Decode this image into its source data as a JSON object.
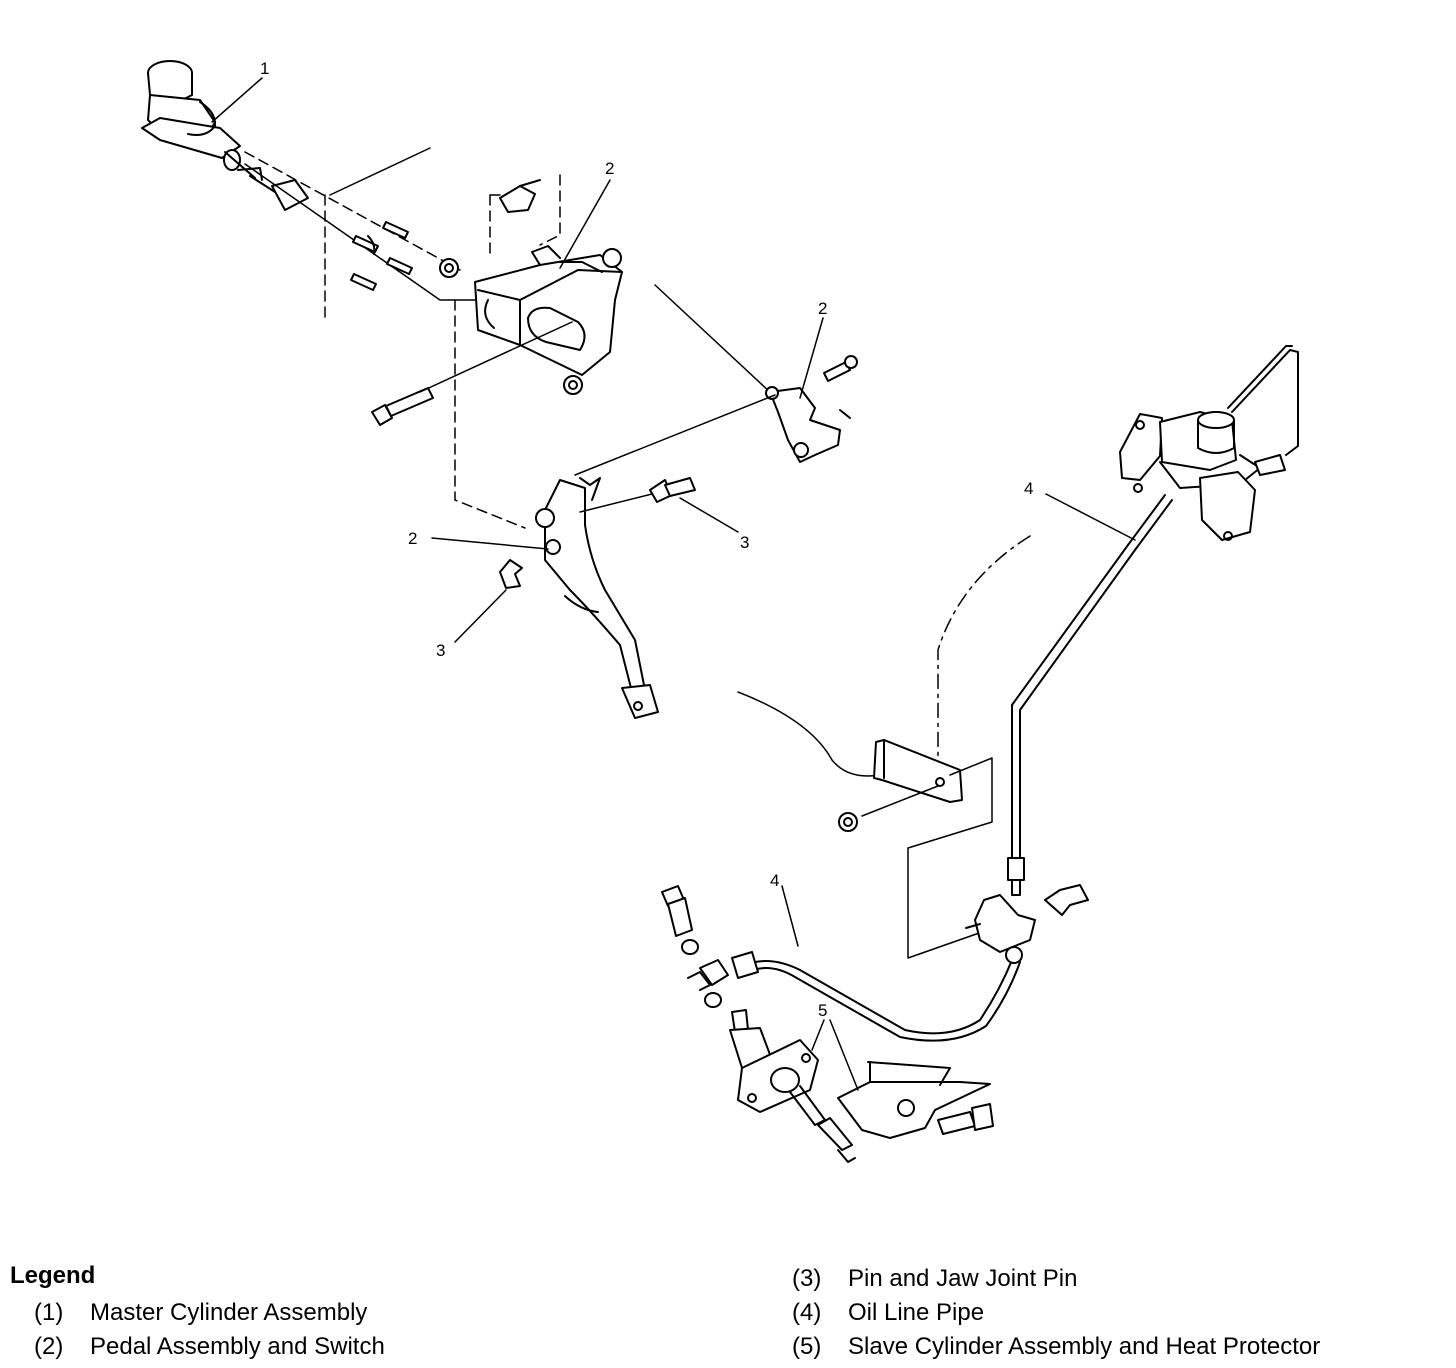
{
  "callouts": {
    "c1": "1",
    "c2a": "2",
    "c2b": "2",
    "c2c": "2",
    "c3a": "3",
    "c3b": "3",
    "c4a": "4",
    "c4b": "4",
    "c5": "5"
  },
  "legend": {
    "title": "Legend",
    "items": [
      {
        "num": "(1)",
        "label": "Master Cylinder Assembly"
      },
      {
        "num": "(2)",
        "label": "Pedal Assembly and Switch"
      },
      {
        "num": "(3)",
        "label": "Pin and Jaw Joint Pin"
      },
      {
        "num": "(4)",
        "label": "Oil Line Pipe"
      },
      {
        "num": "(5)",
        "label": "Slave Cylinder Assembly and Heat Protector"
      }
    ]
  }
}
